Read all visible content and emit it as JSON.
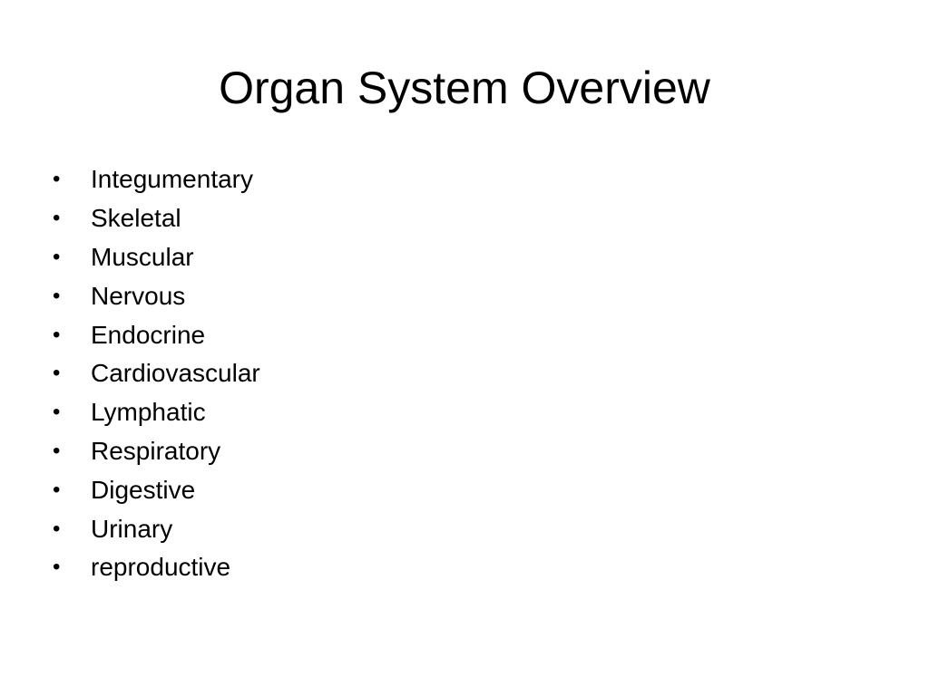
{
  "slide": {
    "title": "Organ System Overview",
    "bullet_icon": "bullet-dot-icon",
    "items": [
      "Integumentary",
      "Skeletal",
      "Muscular",
      "Nervous",
      "Endocrine",
      "Cardiovascular",
      "Lymphatic",
      "Respiratory",
      "Digestive",
      "Urinary",
      "reproductive"
    ]
  }
}
